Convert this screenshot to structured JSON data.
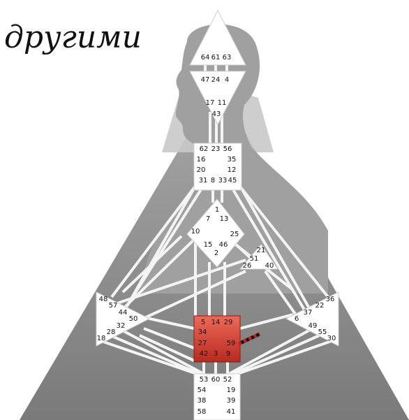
{
  "heading": "другими",
  "colors": {
    "background": "#ffffff",
    "triangle": "#8e8e8e",
    "silhouette": "#a6a6a6",
    "channel": "#f4f4f4",
    "center_fill": "#ffffff",
    "defined_center": "#d9382a",
    "active_channel": "#d11f1f"
  },
  "centers": [
    {
      "name": "head",
      "shape": "triangle-up",
      "gates": [
        "64",
        "61",
        "63"
      ]
    },
    {
      "name": "ajna",
      "shape": "triangle-down",
      "gates": [
        "47",
        "24",
        "4",
        "17",
        "11",
        "43"
      ]
    },
    {
      "name": "throat",
      "shape": "square",
      "gates": [
        "62",
        "23",
        "56",
        "16",
        "35",
        "20",
        "12",
        "31",
        "8",
        "33",
        "45"
      ]
    },
    {
      "name": "g-center",
      "shape": "diamond",
      "gates": [
        "1",
        "7",
        "13",
        "10",
        "25",
        "15",
        "46",
        "2"
      ]
    },
    {
      "name": "heart",
      "shape": "triangle",
      "gates": [
        "21",
        "51",
        "26",
        "40"
      ]
    },
    {
      "name": "spleen",
      "shape": "triangle",
      "gates": [
        "48",
        "57",
        "44",
        "50",
        "32",
        "28",
        "18"
      ]
    },
    {
      "name": "solar-plexus",
      "shape": "triangle",
      "gates": [
        "36",
        "22",
        "37",
        "6",
        "49",
        "55",
        "30"
      ]
    },
    {
      "name": "sacral",
      "shape": "square",
      "defined": true,
      "gates": [
        "5",
        "14",
        "29",
        "34",
        "27",
        "59",
        "42",
        "3",
        "9"
      ]
    },
    {
      "name": "root",
      "shape": "square",
      "gates": [
        "53",
        "60",
        "52",
        "54",
        "19",
        "38",
        "39",
        "58",
        "41"
      ]
    }
  ],
  "defined_channel": {
    "from": "59",
    "to": "6"
  }
}
